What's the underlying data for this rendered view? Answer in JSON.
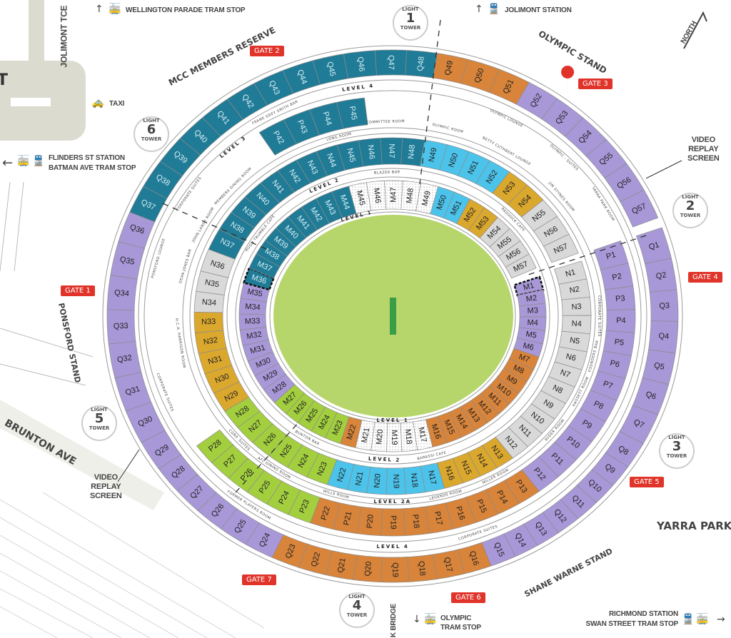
{
  "colors": {
    "teal": "#1f7b96",
    "orange": "#d8843a",
    "purple": "#a898d8",
    "blue": "#4cc3ea",
    "yellow": "#dba82e",
    "grey": "#d9d9d9",
    "lime": "#a3cf3f",
    "dotted": "#ffffff",
    "field": "#b6d66b",
    "pitch": "#3a9d48",
    "gate": "#e0342a",
    "road": "#dcdbd0"
  },
  "rings": [
    {
      "id": "Q",
      "groups": [
        {
          "prefix": "Q",
          "from": 1,
          "to": 15,
          "zone": "purple"
        },
        {
          "prefix": "Q",
          "from": 16,
          "to": 23,
          "zone": "orange"
        },
        {
          "prefix": "Q",
          "from": 24,
          "to": 36,
          "zone": "purple"
        },
        {
          "prefix": "Q",
          "from": 37,
          "to": 48,
          "zone": "teal"
        },
        {
          "prefix": "Q",
          "from": 49,
          "to": 51,
          "zone": "orange"
        },
        {
          "prefix": "Q",
          "from": 52,
          "to": 57,
          "zone": "purple"
        }
      ]
    },
    {
      "id": "P",
      "groups": [
        {
          "prefix": "P",
          "from": 1,
          "to": 12,
          "zone": "purple"
        },
        {
          "prefix": "P",
          "from": 13,
          "to": 22,
          "zone": "orange"
        },
        {
          "prefix": "P",
          "from": 23,
          "to": 28,
          "zone": "lime"
        },
        {
          "prefix": "P",
          "from": 42,
          "to": 45,
          "zone": "teal"
        }
      ]
    },
    {
      "id": "N",
      "groups": [
        {
          "prefix": "N",
          "from": 1,
          "to": 12,
          "zone": "grey"
        },
        {
          "prefix": "N",
          "from": 13,
          "to": 16,
          "zone": "yellow"
        },
        {
          "prefix": "N",
          "from": 17,
          "to": 22,
          "zone": "blue"
        },
        {
          "prefix": "N",
          "from": 23,
          "to": 28,
          "zone": "lime"
        },
        {
          "prefix": "N",
          "from": 29,
          "to": 33,
          "zone": "yellow"
        },
        {
          "prefix": "N",
          "from": 34,
          "to": 36,
          "zone": "grey"
        },
        {
          "prefix": "N",
          "from": 37,
          "to": 48,
          "zone": "teal"
        },
        {
          "prefix": "N",
          "from": 49,
          "to": 52,
          "zone": "blue"
        },
        {
          "prefix": "N",
          "from": 53,
          "to": 54,
          "zone": "yellow"
        },
        {
          "prefix": "N",
          "from": 55,
          "to": 57,
          "zone": "grey"
        }
      ]
    },
    {
      "id": "M",
      "groups": [
        {
          "prefix": "M",
          "from": 1,
          "to": 6,
          "zone": "purple"
        },
        {
          "prefix": "M",
          "from": 7,
          "to": 16,
          "zone": "orange"
        },
        {
          "prefix": "M",
          "from": 17,
          "to": 21,
          "zone": "dotted"
        },
        {
          "prefix": "M",
          "from": 22,
          "to": 22,
          "zone": "orange"
        },
        {
          "prefix": "M",
          "from": 23,
          "to": 27,
          "zone": "lime"
        },
        {
          "prefix": "M",
          "from": 28,
          "to": 35,
          "zone": "purple"
        },
        {
          "prefix": "M",
          "from": 36,
          "to": 44,
          "zone": "teal"
        },
        {
          "prefix": "M",
          "from": 45,
          "to": 49,
          "zone": "dotted"
        },
        {
          "prefix": "M",
          "from": 50,
          "to": 51,
          "zone": "blue"
        },
        {
          "prefix": "M",
          "from": 52,
          "to": 53,
          "zone": "yellow"
        },
        {
          "prefix": "M",
          "from": 54,
          "to": 57,
          "zone": "grey"
        }
      ]
    }
  ],
  "highlighted_sections": [
    "M1",
    "M36"
  ],
  "transport": {
    "wellington": "WELLINGTON PARADE TRAM STOP",
    "jolimont": "JOLIMONT STATION",
    "taxi": "TAXI",
    "flinders1": "FLINDERS ST STATION",
    "flinders2": "BATMAN AVE TRAM STOP",
    "olympic1": "OLYMPIC",
    "olympic2": "TRAM STOP",
    "richmond1": "RICHMOND STATION",
    "richmond2": "SWAN STREET TRAM STOP"
  },
  "streets": {
    "jolimont_tce": "JOLIMONT TCE",
    "t": "T",
    "brunton": "BRUNTON AVE",
    "bridge": "K BRIDGE",
    "yarra": "YARRA PARK",
    "north": "NORTH"
  },
  "stands": {
    "mcc": "MCC MEMBERS RESERVE",
    "olympic": "OLYMPIC STAND",
    "ponsford": "PONSFORD STAND",
    "warne": "SHANE WARNE STAND"
  },
  "gates": {
    "g1": "GATE 1",
    "g2": "GATE 2",
    "g3": "GATE 3",
    "g4": "GATE 4",
    "g5": "GATE 5",
    "g6": "GATE 6",
    "g7": "GATE 7"
  },
  "towers": {
    "word": "LIGHT",
    "sub": "TOWER",
    "t1": "1",
    "t2": "2",
    "t3": "3",
    "t4": "4",
    "t5": "5",
    "t6": "6"
  },
  "video": {
    "l1": "VIDEO",
    "l2": "REPLAY",
    "l3": "SCREEN"
  },
  "levels": {
    "l4a": "LEVEL 4",
    "l3": "LEVEL 3",
    "l2a": "LEVEL 2",
    "l1a": "LEVEL 1",
    "l1b": "LEVEL 1",
    "l2b": "LEVEL 2",
    "l2c": "LEVEL 2A",
    "l4b": "LEVEL 4"
  },
  "rooms": {
    "frank": "FRANK  GREY  SMITH  BAR",
    "long": "LONG  ROOM",
    "committee": "COMMITTEE ROOM",
    "olympic_room": "OLYMPIC ROOM",
    "betty": "BETTY CUTHBERT LOUNGE",
    "olympic_lounge": "OLYMPIC  LOUNGE",
    "olympic_suites": "OLYMPIC - SUITES",
    "yarra_room": "YARRA  PARK  ROOM",
    "jim": "JIM  STYNES ROOM",
    "paddock": "PADDOCK  CAFE",
    "blazer": "BLAZER  BAR",
    "hugh": "HUGH TRUMBLE CAFE",
    "members": "MEMBERS DINING ROOM",
    "landy": "JOHN LANDY ROOM",
    "corp_top": "CORPORATE  SUITES",
    "dean": "DEAN JONES BAR",
    "ponsford": "PONSFORD  LOUNGE",
    "hca": "H.C.A. HARRISON ROOM",
    "corp_left": "CORPORATE  SUITES",
    "corp_right": "CORPORATE SUITES",
    "founders": "FOUNDERS  BAR",
    "hassett": "HASSETT ROOM",
    "ryder": "RYDER ROOM",
    "miller": "MILLER ROOM",
    "legends": "LEGENDS ROOM",
    "wills": "WILLS ROOM",
    "barassi": "BARASSI   CAFE",
    "bunton": "BUNTON   BAR",
    "afl": "AFL  DINING  ROOM",
    "corp_suites_small": "CORP. SUITES",
    "former": "FORMER  PLAYERS  ROOM",
    "corp_bottom": "CORPORATE   SUITES"
  }
}
